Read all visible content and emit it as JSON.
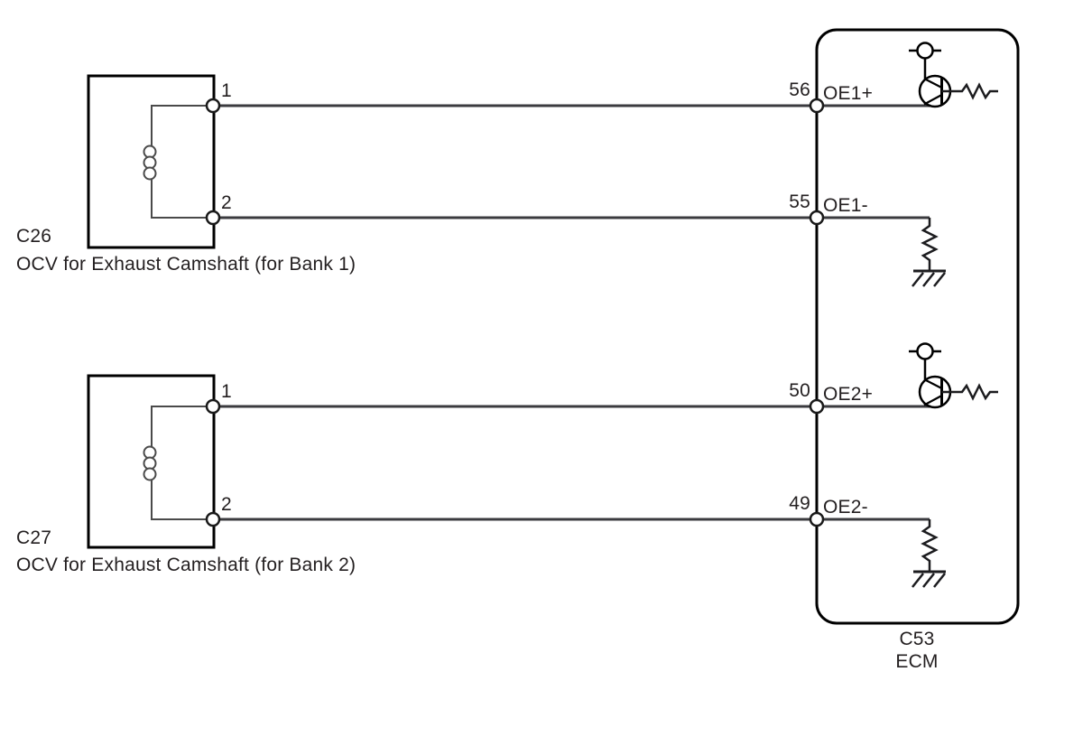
{
  "diagram": {
    "title_hint": "OCV to ECM wiring schematic",
    "colors": {
      "wire": "#3b3b3f",
      "outline": "#000000",
      "inner_wire": "#4a4a4a",
      "text": "#231f20",
      "background": "#ffffff"
    },
    "connectors": [
      {
        "id": "C26",
        "description": "OCV for Exhaust Camshaft (for Bank 1)",
        "pins": [
          {
            "number": "1"
          },
          {
            "number": "2"
          }
        ]
      },
      {
        "id": "C27",
        "description": "OCV for Exhaust Camshaft (for Bank 2)",
        "pins": [
          {
            "number": "1"
          },
          {
            "number": "2"
          }
        ]
      }
    ],
    "ecm": {
      "id": "C53",
      "name": "ECM",
      "pins": [
        {
          "number": "56",
          "signal": "OE1+"
        },
        {
          "number": "55",
          "signal": "OE1-"
        },
        {
          "number": "50",
          "signal": "OE2+"
        },
        {
          "number": "49",
          "signal": "OE2-"
        }
      ]
    }
  }
}
